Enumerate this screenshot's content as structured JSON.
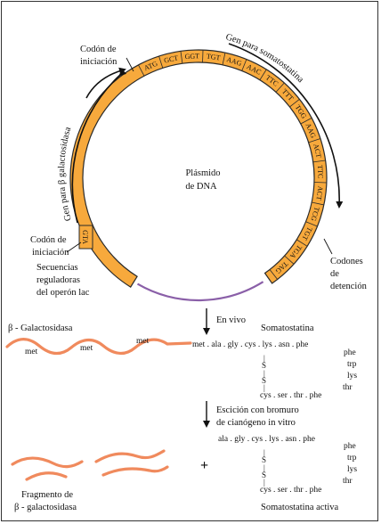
{
  "colors": {
    "orange": "#F7A93C",
    "outline": "#2a2a2a",
    "purple": "#8A5FA8",
    "fragment": "#F08A5D"
  },
  "plasmid": {
    "center_label": [
      "Plásmido",
      "de DNA"
    ],
    "gene_somatostatin_label": "Gen para somatostatina",
    "gene_galactosidase_label": "Gen para β galactosidasa",
    "codons": [
      "ATG",
      "GCT",
      "GGT",
      "TGT",
      "AAG",
      "AAC",
      "TTC",
      "TTT",
      "TGG",
      "AAG",
      "ACT",
      "TTC",
      "ACT",
      "TCG",
      "TGT",
      "TGA",
      "TAG"
    ],
    "start_codon_small": "GTA",
    "label_start_codon_top": [
      "Codón de",
      "iniciación"
    ],
    "label_start_codon_left": [
      "Codón de",
      "iniciación"
    ],
    "label_stop_codons": [
      "Codones",
      "de",
      "detención"
    ],
    "label_regulatory": [
      "Secuencias",
      "reguladoras",
      "del operón lac"
    ]
  },
  "in_vivo": {
    "label": "En vivo",
    "beta_label": "β - Galactosidasa",
    "met_labels": [
      "met",
      "met",
      "met"
    ],
    "chain_title": "Somatostatina",
    "chain_top": "met . ala . gly . cys . lys . asn . phe",
    "chain_bottom": "cys . ser . thr . phe",
    "loop_residues": [
      "phe",
      "trp",
      "lys",
      "thr"
    ]
  },
  "in_vitro": {
    "label": [
      "Escición con bromuro",
      "de cianógeno in vitro"
    ],
    "chain_top": "ala . gly . cys . lys . asn . phe",
    "chain_bottom": "cys . ser . thr . phe",
    "loop_residues": [
      "phe",
      "trp",
      "lys",
      "thr"
    ],
    "plus": "+",
    "fragment_label": [
      "Fragmento de",
      "β - galactosidasa"
    ],
    "active_label": "Somatostatina activa"
  },
  "disulfide": [
    "S",
    "S"
  ]
}
